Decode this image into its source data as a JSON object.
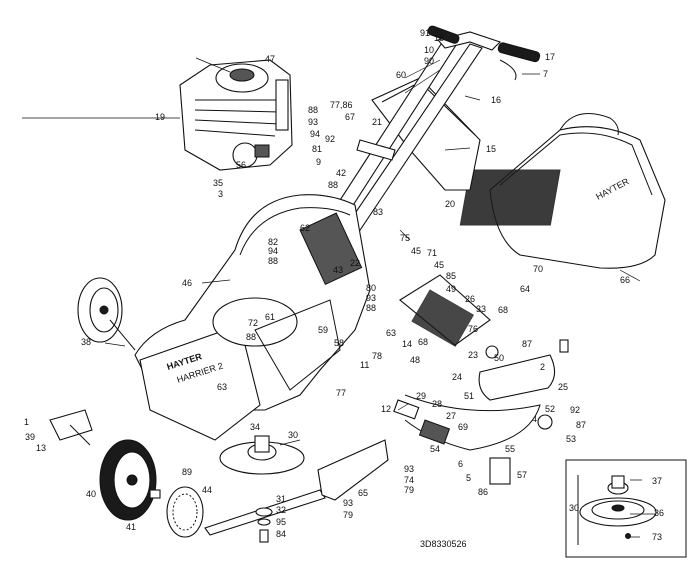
{
  "brand": {
    "line1": "HAYTER",
    "line2": "HARRIER 2"
  },
  "catalog_code": "3D8330526",
  "inset_title": "30",
  "labels": {
    "p1": "1",
    "p2": "2",
    "p3": "3",
    "p5": "5",
    "p6": "6",
    "p7": "7",
    "p9": "9",
    "p10": "10",
    "p11": "11",
    "p12": "12",
    "p13": "13",
    "p14": "14",
    "p15": "15",
    "p16": "16",
    "p17": "17",
    "p18": "18",
    "p19": "19",
    "p20": "20",
    "p21": "21",
    "p22": "22",
    "p23": "23",
    "p24": "24",
    "p25": "25",
    "p26": "26",
    "p27": "27",
    "p28": "28",
    "p29": "29",
    "p30": "30",
    "p31": "31",
    "p32": "32",
    "p33": "33",
    "p34": "34",
    "p35": "35",
    "p36": "36",
    "p37": "37",
    "p38": "38",
    "p39": "39",
    "p40": "40",
    "p41": "41",
    "p42": "42",
    "p43": "43",
    "p44": "44",
    "p45a": "45",
    "p45b": "45",
    "p46": "46",
    "p47": "47",
    "p48": "48",
    "p49": "49",
    "p50": "50",
    "p51": "51",
    "p52": "52",
    "p53": "53",
    "p54": "54",
    "p55": "55",
    "p56": "56",
    "p57": "57",
    "p58": "58",
    "p59": "59",
    "p60": "60",
    "p61": "61",
    "p62": "62",
    "p63a": "63",
    "p63b": "63",
    "p64": "64",
    "p65": "65",
    "p66": "66",
    "p67": "67",
    "p68a": "68",
    "p68b": "68",
    "p69": "69",
    "p70": "70",
    "p71": "71",
    "p72": "72",
    "p73": "73",
    "p74": "74",
    "p75": "75",
    "p76": "76",
    "p77": "77",
    "p7786": "77,86",
    "p78": "78",
    "p79a": "79",
    "p79b": "79",
    "p80": "80",
    "p81": "81",
    "p82": "82",
    "p83": "83",
    "p84": "84",
    "p85": "85",
    "p86": "86",
    "p87a": "87",
    "p87b": "87",
    "p88a": "88",
    "p88b": "88",
    "p88c": "88",
    "p88d": "88",
    "p88e": "88",
    "p89": "89",
    "p90": "90",
    "p91": "91",
    "p92a": "92",
    "p92b": "92",
    "p93a": "93",
    "p93b": "93",
    "p93c": "93",
    "p93d": "93",
    "p94a": "94",
    "p94b": "94",
    "p95": "95"
  }
}
